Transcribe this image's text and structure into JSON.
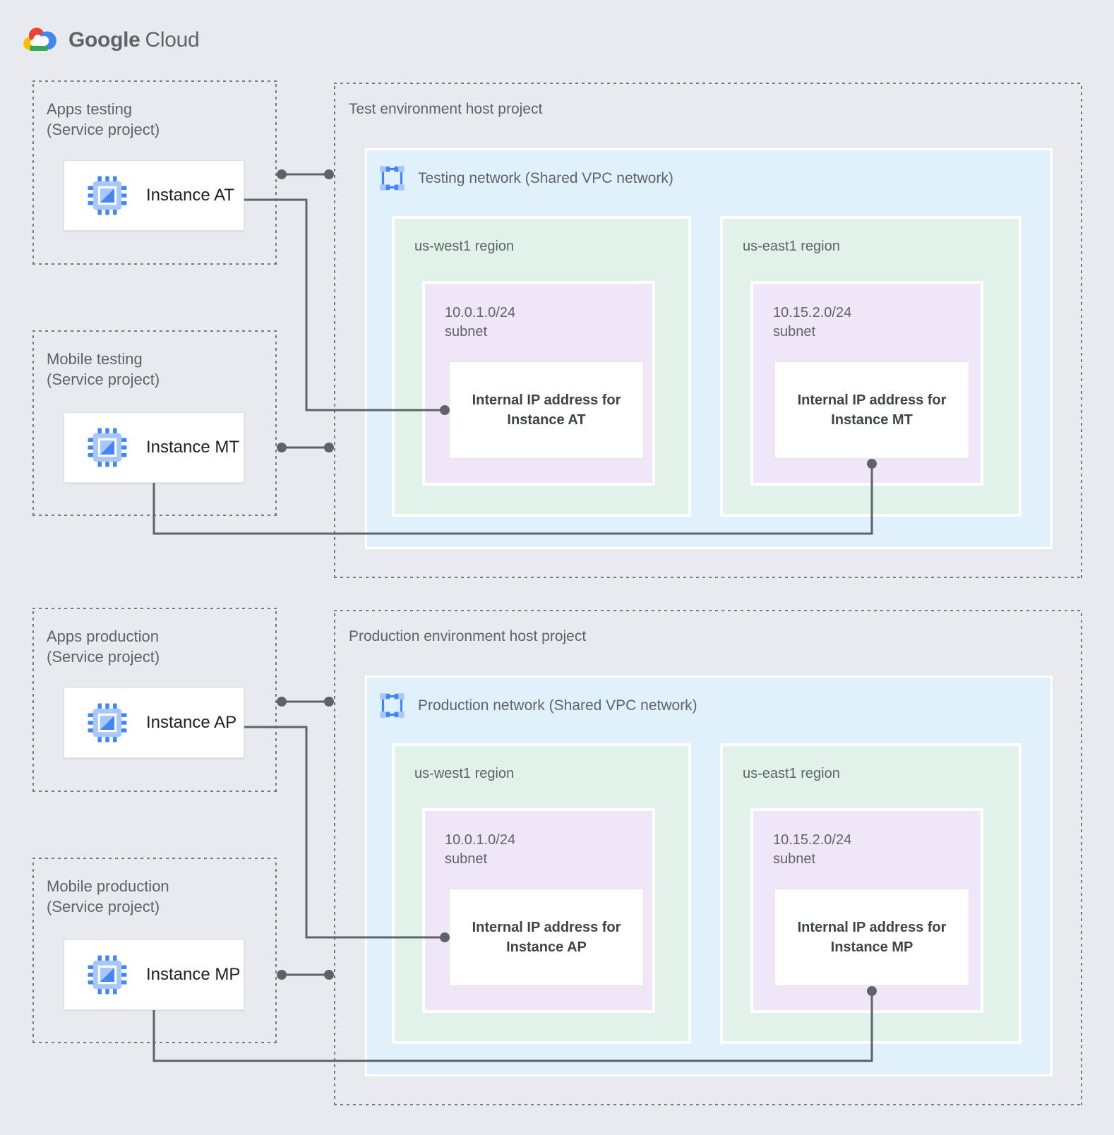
{
  "logo": {
    "icon": "google-cloud-logo",
    "brand": "Google",
    "product": "Cloud"
  },
  "colors": {
    "page_background": "#E8EAED",
    "network_fill": "#E1F1FC",
    "region_fill": "#E0F2E9",
    "subnet_fill": "#EFE7F8",
    "accent_blue": "#4285F4",
    "accent_blue_light": "#A8C7FA",
    "connector_gray": "#5F6368",
    "label_gray": "#5F6368",
    "text_dark": "#202124"
  },
  "icons": {
    "instance": "compute-engine-chip-icon",
    "network": "vpc-network-icon"
  },
  "sections": [
    {
      "service_projects": [
        {
          "name": "Apps testing",
          "type": "(Service project)",
          "instance_label": "Instance AT"
        },
        {
          "name": "Mobile testing",
          "type": "(Service project)",
          "instance_label": "Instance MT"
        }
      ],
      "host_project": {
        "title": "Test environment host project",
        "network": {
          "label": "Testing network (Shared VPC network)",
          "regions": [
            {
              "label": "us-west1 region",
              "subnet_cidr": "10.0.1.0/24",
              "subnet_word": "subnet",
              "ip_line1": "Internal IP address for",
              "ip_line2": "Instance AT"
            },
            {
              "label": "us-east1 region",
              "subnet_cidr": "10.15.2.0/24",
              "subnet_word": "subnet",
              "ip_line1": "Internal IP address for",
              "ip_line2": "Instance MT"
            }
          ]
        }
      }
    },
    {
      "service_projects": [
        {
          "name": "Apps production",
          "type": "(Service project)",
          "instance_label": "Instance AP"
        },
        {
          "name": "Mobile production",
          "type": "(Service project)",
          "instance_label": "Instance MP"
        }
      ],
      "host_project": {
        "title": "Production environment host project",
        "network": {
          "label": "Production network (Shared VPC network)",
          "regions": [
            {
              "label": "us-west1 region",
              "subnet_cidr": "10.0.1.0/24",
              "subnet_word": "subnet",
              "ip_line1": "Internal IP address for",
              "ip_line2": "Instance AP"
            },
            {
              "label": "us-east1 region",
              "subnet_cidr": "10.15.2.0/24",
              "subnet_word": "subnet",
              "ip_line1": "Internal IP address for",
              "ip_line2": "Instance MP"
            }
          ]
        }
      }
    }
  ]
}
